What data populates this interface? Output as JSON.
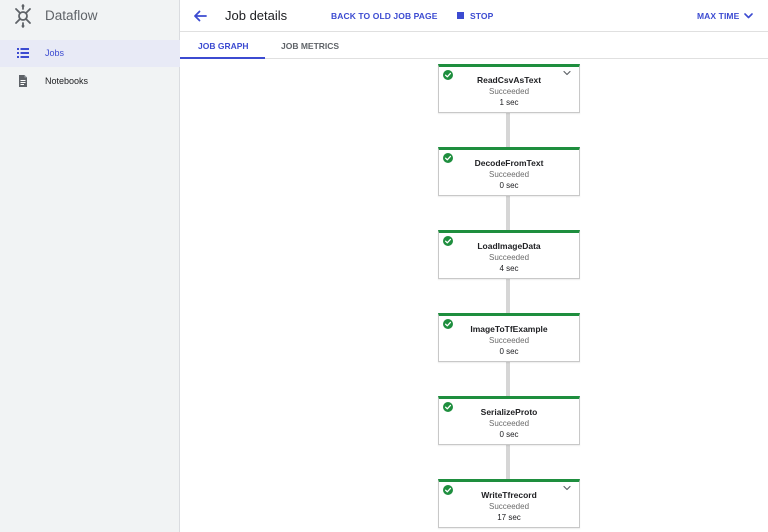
{
  "app": {
    "title": "Dataflow"
  },
  "sidebar": {
    "items": [
      {
        "label": "Jobs",
        "icon": "list-icon",
        "active": true
      },
      {
        "label": "Notebooks",
        "icon": "document-icon",
        "active": false
      }
    ]
  },
  "header": {
    "title": "Job details",
    "back_old_label": "BACK TO OLD JOB PAGE",
    "stop_label": "STOP",
    "time_range_label": "MAX TIME"
  },
  "tabs": [
    {
      "label": "JOB GRAPH",
      "active": true
    },
    {
      "label": "JOB METRICS",
      "active": false
    }
  ],
  "graph": {
    "steps": [
      {
        "name": "ReadCsvAsText",
        "status": "Succeeded",
        "time": "1 sec",
        "expandable": true
      },
      {
        "name": "DecodeFromText",
        "status": "Succeeded",
        "time": "0 sec",
        "expandable": false
      },
      {
        "name": "LoadImageData",
        "status": "Succeeded",
        "time": "4 sec",
        "expandable": false
      },
      {
        "name": "ImageToTfExample",
        "status": "Succeeded",
        "time": "0 sec",
        "expandable": false
      },
      {
        "name": "SerializeProto",
        "status": "Succeeded",
        "time": "0 sec",
        "expandable": false
      },
      {
        "name": "WriteTfrecord",
        "status": "Succeeded",
        "time": "17 sec",
        "expandable": true
      }
    ]
  },
  "colors": {
    "accent": "#3c4bd1",
    "success": "#1e8e3e",
    "sidebar_bg": "#f1f3f4",
    "active_nav_bg": "#e8eaf6"
  }
}
